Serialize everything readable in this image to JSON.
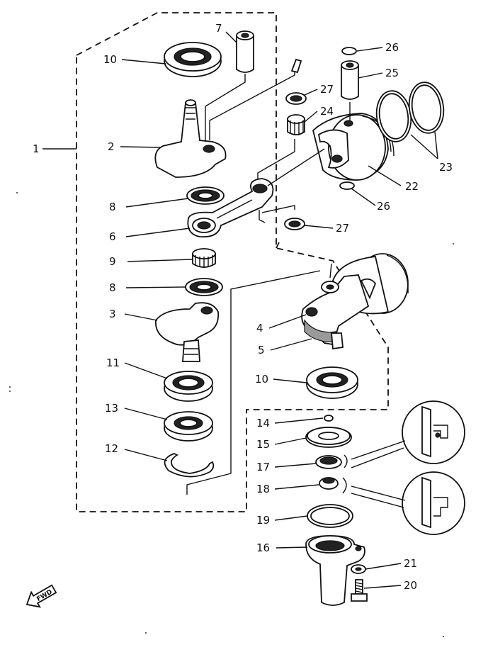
{
  "labels": {
    "p1": "1",
    "p2": "2",
    "p3": "3",
    "p4": "4",
    "p5": "5",
    "p6": "6",
    "p7": "7",
    "p8a": "8",
    "p8b": "8",
    "p9": "9",
    "p10a": "10",
    "p10b": "10",
    "p11": "11",
    "p12": "12",
    "p13": "13",
    "p14": "14",
    "p15": "15",
    "p16": "16",
    "p17": "17",
    "p18": "18",
    "p19": "19",
    "p20": "20",
    "p21": "21",
    "p22": "22",
    "p23": "23",
    "p24": "24",
    "p25": "25",
    "p26a": "26",
    "p26b": "26",
    "p27a": "27",
    "p27b": "27"
  },
  "fwd_label": "FWD",
  "icons": {
    "fwd": "fwd-arrow-icon"
  }
}
